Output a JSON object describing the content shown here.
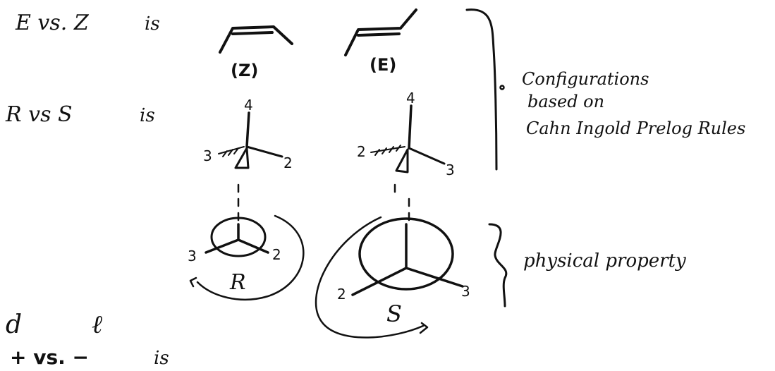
{
  "rows": {
    "ez": {
      "label": "E vs. Z",
      "is": "is"
    },
    "rs": {
      "label": "R vs S",
      "is": "is"
    },
    "pm": {
      "d": "d",
      "l": "ℓ",
      "label": "+ vs. −",
      "is": "is"
    }
  },
  "alkenes": {
    "z_label": "(Z)",
    "e_label": "(E)"
  },
  "tetrahedral_left": {
    "top": "4",
    "hashed": "3",
    "right": "2"
  },
  "tetrahedral_right": {
    "top": "4",
    "hashed": "2",
    "right": "3"
  },
  "newman_left": {
    "left": "3",
    "right": "2",
    "label": "R"
  },
  "newman_right": {
    "left": "2",
    "right": "3",
    "label": "S"
  },
  "notes": {
    "bracket_top_line1": "Configurations",
    "bracket_top_line2": "based on",
    "bracket_top_line3": "Cahn Ingold Prelog Rules",
    "bracket_bottom": "physical property"
  }
}
